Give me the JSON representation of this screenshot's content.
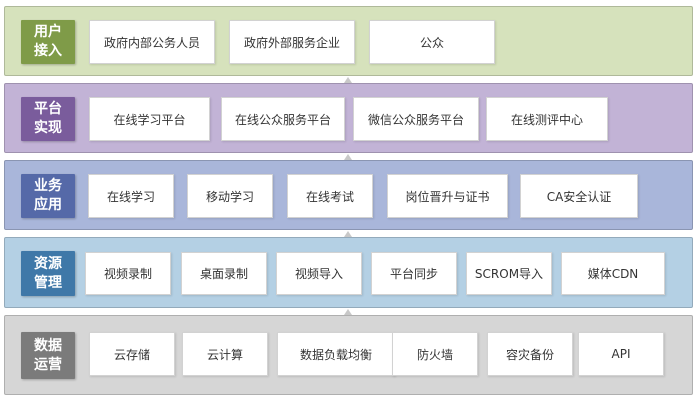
{
  "colors": {
    "layer1_bg": "#d6e2bc",
    "layer1_label": "#7f9b48",
    "layer2_bg": "#c2b3d6",
    "layer2_label": "#7a5c9c",
    "layer3_bg": "#a9b6da",
    "layer3_label": "#5569a8",
    "layer4_bg": "#b4d0e4",
    "layer4_label": "#3f78a8",
    "layer5_bg": "#d6d6d6",
    "layer5_label": "#7b7b7b"
  },
  "layers": [
    {
      "label_line1": "用户",
      "label_line2": "接入",
      "items": [
        "政府内部公务人员",
        "政府外部服务企业",
        "公众"
      ]
    },
    {
      "label_line1": "平台",
      "label_line2": "实现",
      "items": [
        "在线学习平台",
        "在线公众服务平台",
        "微信公众服务平台",
        "在线测评中心"
      ]
    },
    {
      "label_line1": "业务",
      "label_line2": "应用",
      "items": [
        "在线学习",
        "移动学习",
        "在线考试",
        "岗位晋升与证书",
        "CA安全认证"
      ]
    },
    {
      "label_line1": "资源",
      "label_line2": "管理",
      "items": [
        "视频录制",
        "桌面录制",
        "视频导入",
        "平台同步",
        "SCROM导入",
        "媒体CDN"
      ]
    },
    {
      "label_line1": "数据",
      "label_line2": "运营",
      "items": [
        "云存储",
        "云计算",
        "数据负载均衡",
        "防火墙",
        "容灾备份",
        "API"
      ]
    }
  ]
}
